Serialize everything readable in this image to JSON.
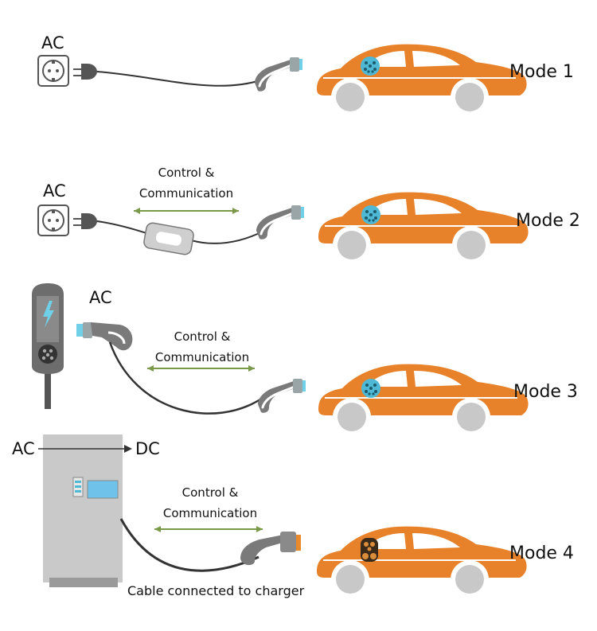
{
  "rows": [
    {
      "mode": "Mode 1",
      "ac": "AC"
    },
    {
      "mode": "Mode 2",
      "ac": "AC",
      "control_line1": "Control &",
      "control_line2": "Communication"
    },
    {
      "mode": "Mode 3",
      "ac": "AC",
      "control_line1": "Control &",
      "control_line2": "Communication"
    },
    {
      "mode": "Mode 4",
      "ac": "AC",
      "dc": "DC",
      "control_line1": "Control &",
      "control_line2": "Communication",
      "caption": "Cable connected to charger"
    }
  ],
  "colors": {
    "car": "#e8822a",
    "wheel": "#c8c8c8",
    "inlet_ac": "#4fb8d4",
    "inlet_dc": "#3a2a1a",
    "cable": "#333333",
    "arrow": "#7a9a4a",
    "plug": "#7a7a7a",
    "station": "#c9c9c9"
  }
}
